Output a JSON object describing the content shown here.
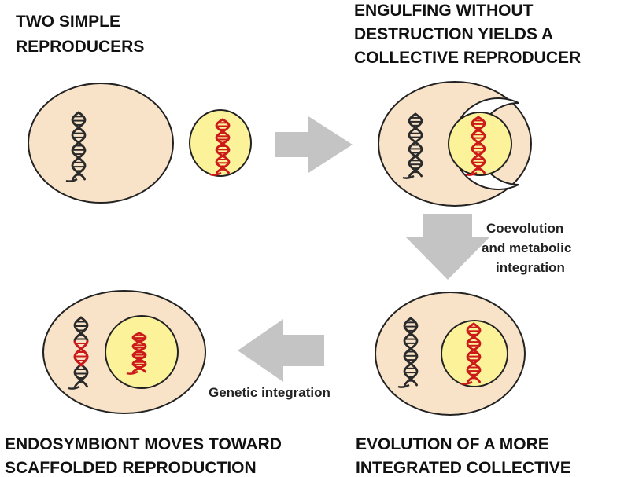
{
  "headings": {
    "top_left": [
      "TWO SIMPLE",
      "REPRODUCERS"
    ],
    "top_right": [
      "ENGULFING WITHOUT",
      "DESTRUCTION YIELDS A",
      "COLLECTIVE REPRODUCER"
    ],
    "bottom_left": [
      "ENDOSYMBIONT MOVES TOWARD",
      "SCAFFOLDED REPRODUCTION"
    ],
    "bottom_right": [
      "EVOLUTION OF A MORE",
      "INTEGRATED COLLECTIVE"
    ]
  },
  "arrow_labels": {
    "coevolution": [
      "Coevolution",
      "and metabolic",
      "integration"
    ],
    "genetic": [
      "Genetic integration"
    ]
  },
  "colors": {
    "host_cell_fill": "#f8e3c9",
    "symbiont_fill": "#fbf29a",
    "outline": "#222222",
    "host_dna": "#2a2a2a",
    "symbiont_dna": "#cc1a1a",
    "arrow": "#c4c4c4"
  }
}
